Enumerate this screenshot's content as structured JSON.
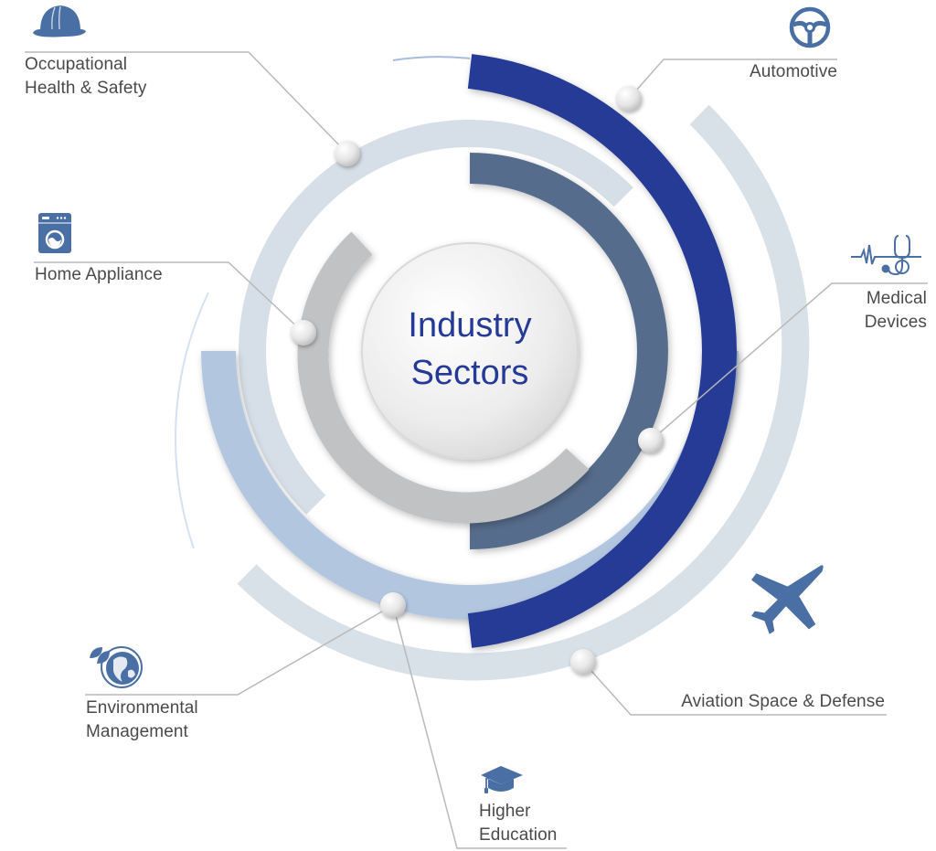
{
  "title": {
    "line1": "Industry",
    "line2": "Sectors"
  },
  "colors": {
    "navy": "#253a96",
    "slate": "#566c8c",
    "gray": "#c1c2c4",
    "light_blue": "#b3c6e0",
    "pale": "#d6dfe7",
    "icon_blue": "#4a6fa5",
    "label_text": "#4a4a4a",
    "leader_line": "#b9b9b9"
  },
  "sectors": [
    {
      "id": "occupational",
      "line1": "Occupational",
      "line2": "Health & Safety",
      "icon": "hard-hat-icon"
    },
    {
      "id": "automotive",
      "line1": "Automotive",
      "icon": "steering-wheel-icon"
    },
    {
      "id": "home",
      "line1": "Home Appliance",
      "icon": "washing-machine-icon"
    },
    {
      "id": "medical",
      "line1": "Medical",
      "line2": "Devices",
      "icon": "stethoscope-icon"
    },
    {
      "id": "environmental",
      "line1": "Environmental",
      "line2": "Management",
      "icon": "globe-leaf-icon"
    },
    {
      "id": "aviation",
      "line1": "Aviation Space & Defense",
      "icon": "airplane-icon"
    },
    {
      "id": "education",
      "line1": "Higher",
      "line2": "Education",
      "icon": "graduation-cap-icon"
    }
  ]
}
